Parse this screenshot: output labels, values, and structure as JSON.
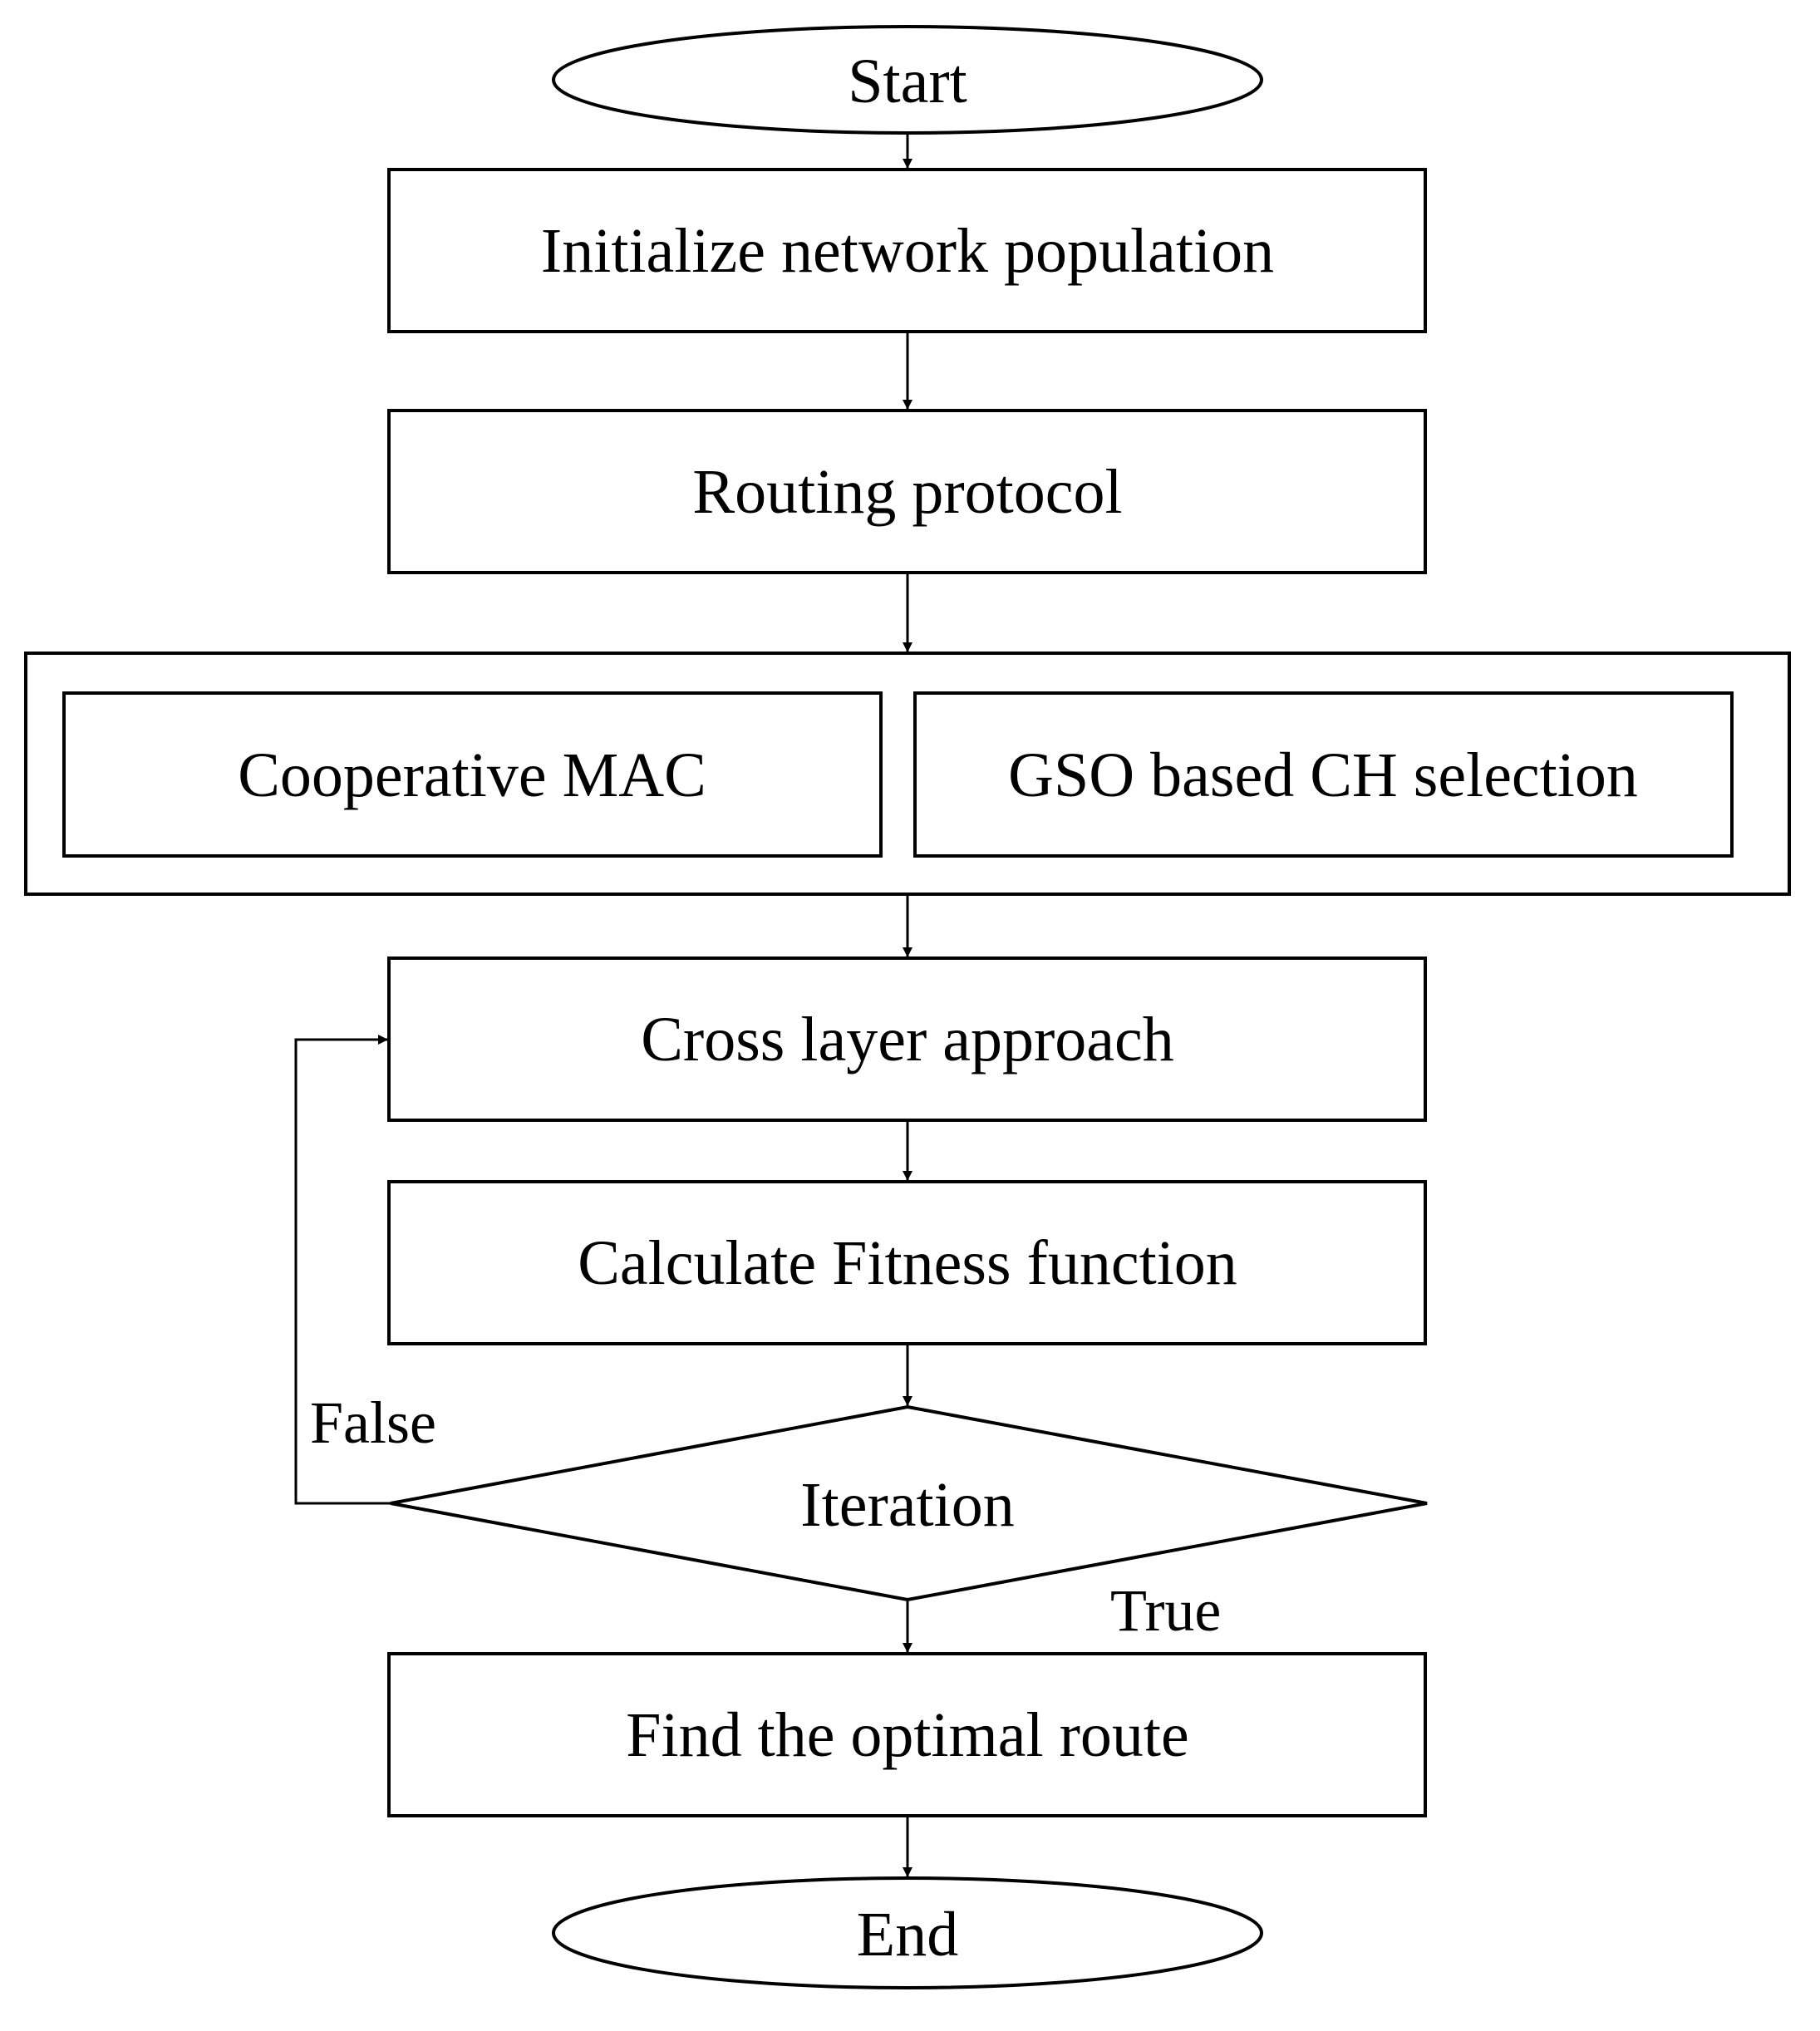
{
  "diagram": {
    "nodes": {
      "start": "Start",
      "initialize": "Initialize network population",
      "routing": "Routing protocol",
      "coop_mac": "Cooperative MAC",
      "gso_ch": "GSO based CH selection",
      "cross_layer": "Cross layer approach",
      "fitness": "Calculate Fitness function",
      "iteration": "Iteration",
      "optimal_route": "Find the optimal route",
      "end": "End"
    },
    "edge_labels": {
      "false_label": "False",
      "true_label": "True"
    },
    "edges": [
      {
        "from": "start",
        "to": "initialize"
      },
      {
        "from": "initialize",
        "to": "routing"
      },
      {
        "from": "routing",
        "to": "parallel_group"
      },
      {
        "from": "parallel_group",
        "to": "cross_layer"
      },
      {
        "from": "cross_layer",
        "to": "fitness"
      },
      {
        "from": "fitness",
        "to": "iteration"
      },
      {
        "from": "iteration",
        "to": "cross_layer",
        "label": "False"
      },
      {
        "from": "iteration",
        "to": "optimal_route",
        "label": "True"
      },
      {
        "from": "optimal_route",
        "to": "end"
      }
    ]
  }
}
